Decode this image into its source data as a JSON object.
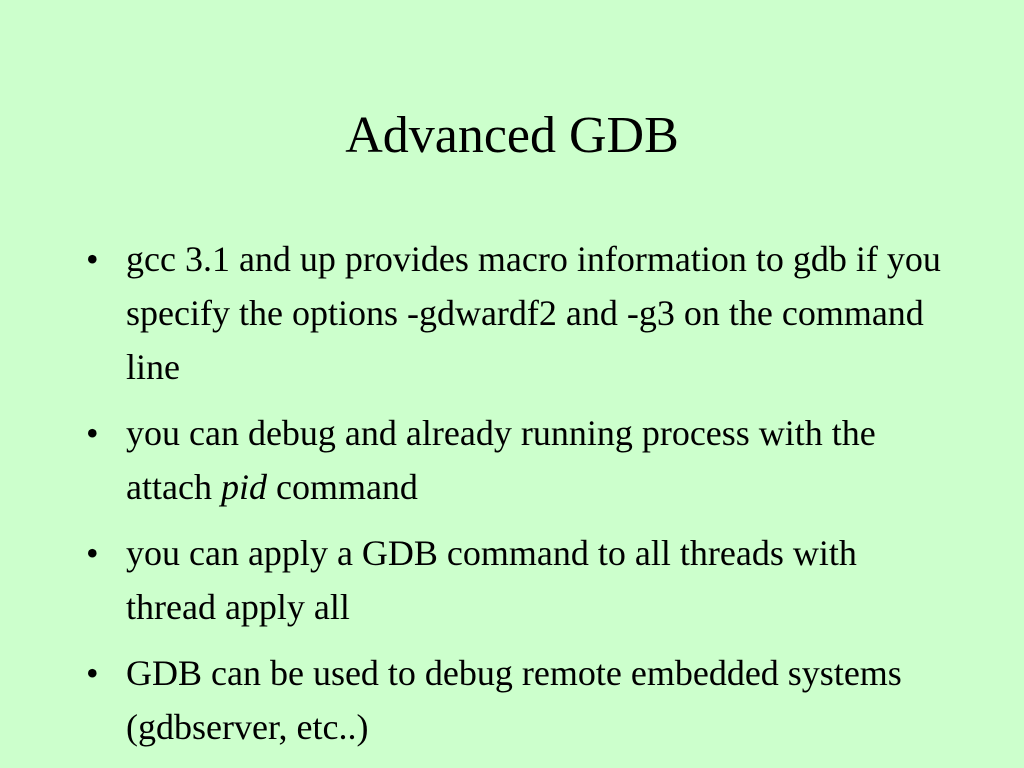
{
  "slide": {
    "title": "Advanced GDB",
    "bullet_symbol": "•",
    "bullets": [
      {
        "text": "gcc 3.1 and up provides macro information to gdb if you specify the options -gdwardf2 and -g3 on the command line"
      },
      {
        "text_before": "you can debug and already running process with the attach ",
        "text_italic": "pid",
        "text_after": " command"
      },
      {
        "text": "you can apply a GDB command to all threads with thread apply all"
      },
      {
        "text": "GDB can be used to debug remote embedded systems (gdbserver, etc..)"
      }
    ]
  },
  "colors": {
    "background": "#ccffcc",
    "text": "#000000"
  }
}
